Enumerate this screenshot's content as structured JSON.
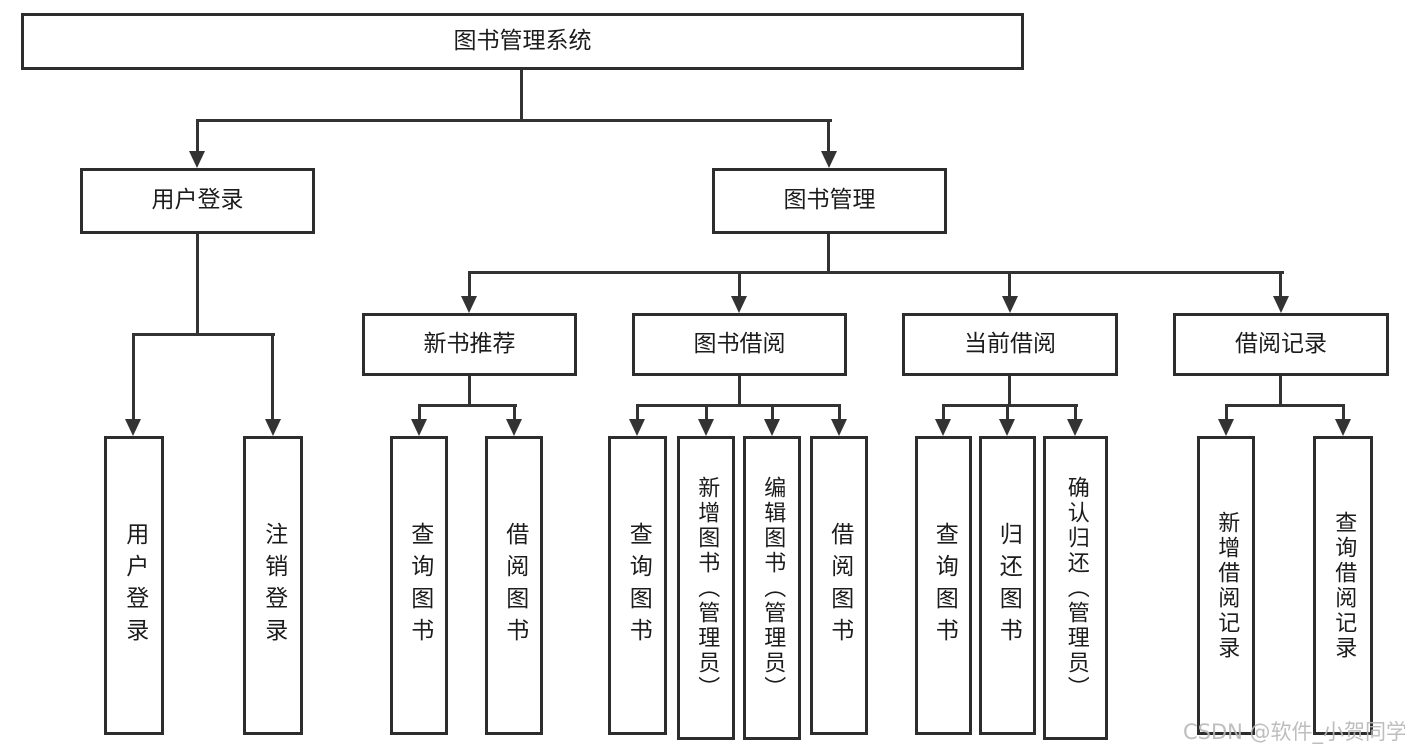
{
  "diagram_title": "图书管理系统",
  "tree": {
    "label": "图书管理系统",
    "children": [
      {
        "label": "用户登录",
        "children": [
          {
            "label": "用户登录"
          },
          {
            "label": "注销登录"
          }
        ]
      },
      {
        "label": "图书管理",
        "children": [
          {
            "label": "新书推荐",
            "children": [
              {
                "label": "查询图书"
              },
              {
                "label": "借阅图书"
              }
            ]
          },
          {
            "label": "图书借阅",
            "children": [
              {
                "label": "查询图书"
              },
              {
                "label": "新增图书（管理员）"
              },
              {
                "label": "编辑图书（管理员）"
              },
              {
                "label": "借阅图书"
              }
            ]
          },
          {
            "label": "当前借阅",
            "children": [
              {
                "label": "查询图书"
              },
              {
                "label": "归还图书"
              },
              {
                "label": "确认归还（管理员）"
              }
            ]
          },
          {
            "label": "借阅记录",
            "children": [
              {
                "label": "新增借阅记录"
              },
              {
                "label": "查询借阅记录"
              }
            ]
          }
        ]
      }
    ]
  },
  "watermark": "CSDN @软件_小贺同学",
  "colors": {
    "background": "#ffffff",
    "box_border": "#2d2d2d",
    "line": "#333333",
    "text": "#1c1c1c",
    "watermark": "#b9b9b9"
  }
}
